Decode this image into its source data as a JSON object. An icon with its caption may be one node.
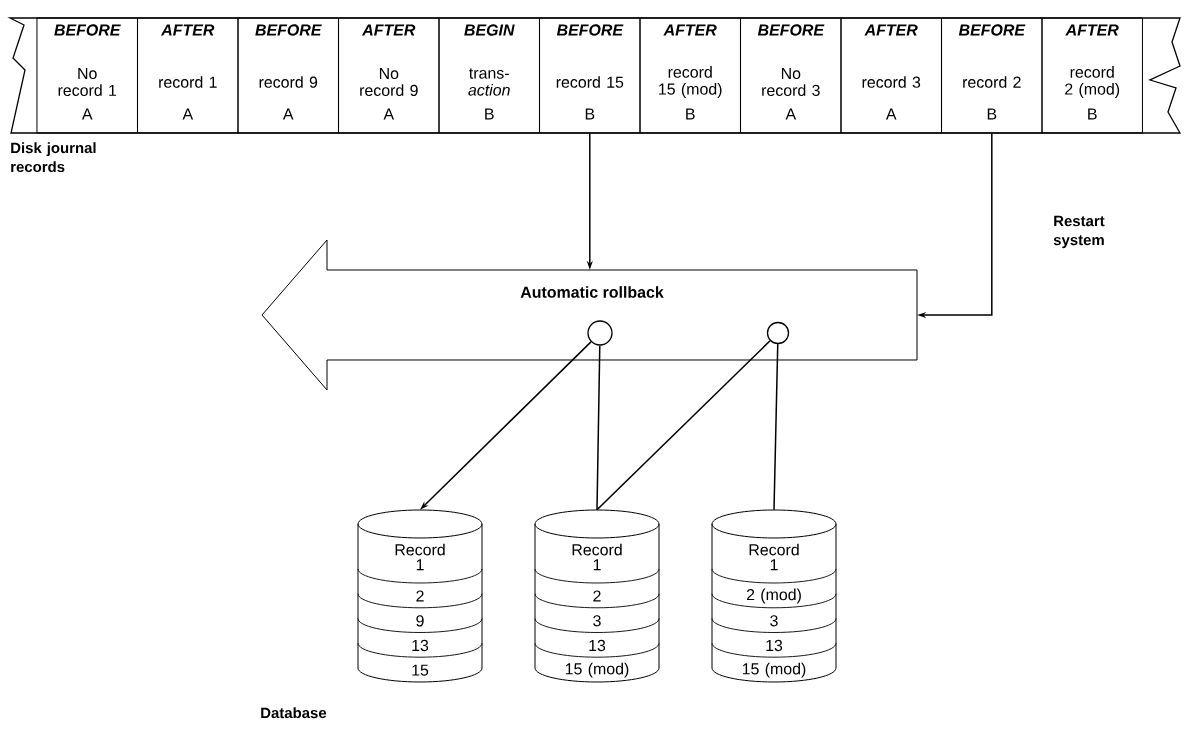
{
  "diagram": {
    "nodes": [
      {
        "text": [
          "BEFORE",
          "No record 1",
          "A"
        ]
      },
      {
        "text": [
          "AFTER",
          "record 1",
          "A"
        ]
      },
      {
        "text": [
          "BEFORE",
          "record 9",
          "A"
        ]
      },
      {
        "text": [
          "AFTER",
          "No record 9",
          "A"
        ]
      },
      {
        "text": [
          "BEGIN",
          "trans- *action*",
          "B"
        ]
      },
      {
        "text": [
          "BEFORE",
          "record 15",
          "B"
        ]
      },
      {
        "text": [
          "AFTER",
          "record 15 (mod)",
          "B"
        ]
      },
      {
        "text": [
          "BEFORE",
          "No record 3",
          "A"
        ]
      },
      {
        "text": [
          "AFTER",
          "record 3",
          "A"
        ]
      },
      {
        "text": [
          "BEFORE",
          "record 2",
          "B"
        ]
      },
      {
        "text": [
          "AFTER",
          "record 2 (mod)",
          "B"
        ]
      },
      {
        "text": [
          "Automatic rollback"
        ]
      },
      {
        "text": [],
        "shape": "circle",
        "in": 11
      },
      {
        "text": [],
        "shape": "circle",
        "in": 11
      },
      {
        "text": [
          "Record 1",
          "2",
          "9",
          "13",
          "15"
        ]
      },
      {
        "text": [
          "Record 1",
          "2",
          "3",
          "13",
          "15 (mod)"
        ]
      },
      {
        "text": [
          "Record 1",
          "2 (mod)",
          "3",
          "13",
          "15 (mod)"
        ]
      }
    ],
    "edges": [
      {
        "from": 5,
        "to": 11,
        "arrow": "to"
      },
      {
        "from": 9,
        "to": 11,
        "arrow": "to",
        "label": "Restart system"
      },
      {
        "from": 12,
        "to": 14,
        "arrow": "to"
      },
      {
        "from": 12,
        "to": 15,
        "arrow": "none"
      },
      {
        "from": 13,
        "to": 15,
        "arrow": "none"
      },
      {
        "from": 13,
        "to": 16,
        "arrow": "none"
      }
    ],
    "labels": [
      "Disk journal records",
      "Database"
    ]
  }
}
